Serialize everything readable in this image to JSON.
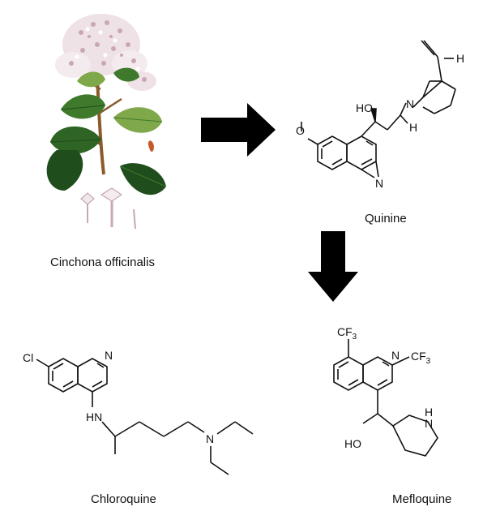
{
  "colors": {
    "ink": "#111111",
    "arrow": "#000000",
    "leaf_dark": "#1f4d1c",
    "leaf_mid": "#3f7a2c",
    "leaf_light": "#7fa84a",
    "stem": "#8a5a2b",
    "flower": "#f2e6ea",
    "flower_shadow": "#c9a7b4"
  },
  "icons": {
    "plant": "cinchona-plant-illustration",
    "right_arrow": "right-arrow-icon",
    "down_arrow": "down-arrow-icon"
  },
  "labels": {
    "plant": "Cinchona officinalis",
    "quinine": "Quinine",
    "chloroquine": "Chloroquine",
    "mefloquine": "Mefloquine"
  },
  "quinine": {
    "methoxy": "O",
    "hydroxyl": "HO",
    "nitrogen_ring": "N",
    "nitrogen_bridge": "N",
    "h_top": "H",
    "h_mid": "H"
  },
  "chloroquine": {
    "chlorine": "Cl",
    "nitrogen_ring": "N",
    "amine": "HN",
    "nitrogen_tertiary": "N"
  },
  "mefloquine": {
    "cf3_left": "CF",
    "cf3_left_sub": "3",
    "cf3_right": "CF",
    "cf3_right_sub": "3",
    "nitrogen_ring": "N",
    "piperidine_n": "N",
    "piperidine_h": "H",
    "hydroxyl": "HO"
  }
}
